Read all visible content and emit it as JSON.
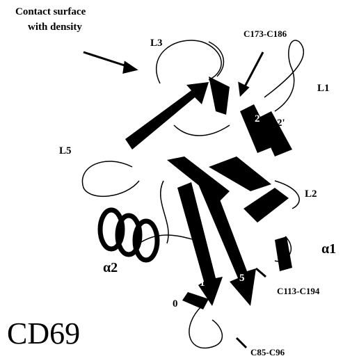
{
  "annotation": {
    "line1": "Contact surface",
    "line2": "with density"
  },
  "protein_name": "CD69",
  "loop_labels": {
    "l1": "L1",
    "l2": "L2",
    "l3": "L3",
    "l5": "L5"
  },
  "helix_labels": {
    "a1": "α1",
    "a2": "α2"
  },
  "strand_labels": {
    "s2": "2",
    "s2p": "2'",
    "s1": "1",
    "s5": "5",
    "s0": "0"
  },
  "disulfide_labels": {
    "c173": "C173-C186",
    "c113": "C113-C194",
    "c85": "C85-C96"
  },
  "colors": {
    "ink": "#000000",
    "background": "#ffffff"
  }
}
